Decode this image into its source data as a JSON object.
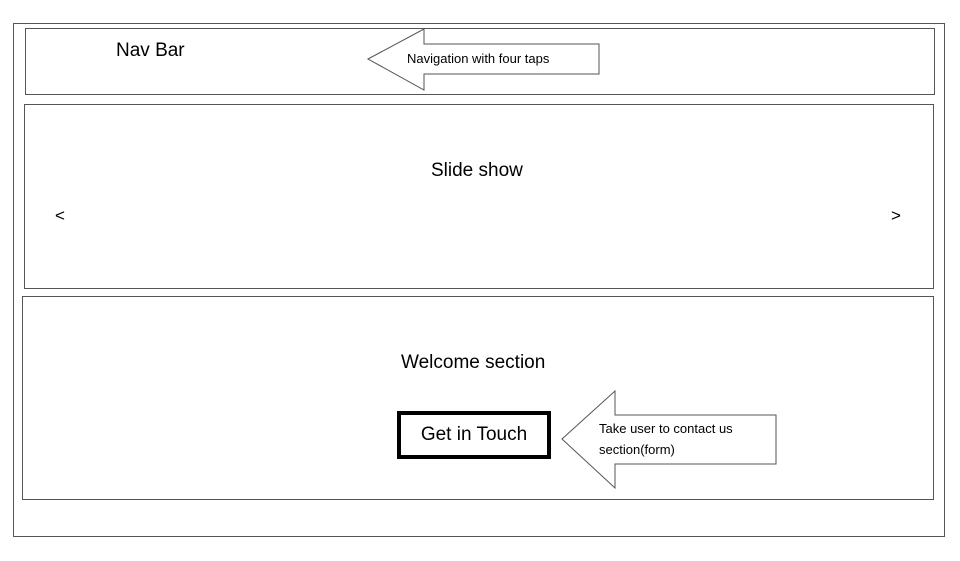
{
  "nav": {
    "title": "Nav Bar"
  },
  "slideshow": {
    "title": "Slide show",
    "prev": "<",
    "next": ">"
  },
  "welcome": {
    "title": "Welcome section",
    "cta_label": "Get in Touch"
  },
  "callouts": {
    "nav_note": "Navigation with four taps",
    "cta_note_line1": "Take user to contact us",
    "cta_note_line2": "section(form)"
  }
}
